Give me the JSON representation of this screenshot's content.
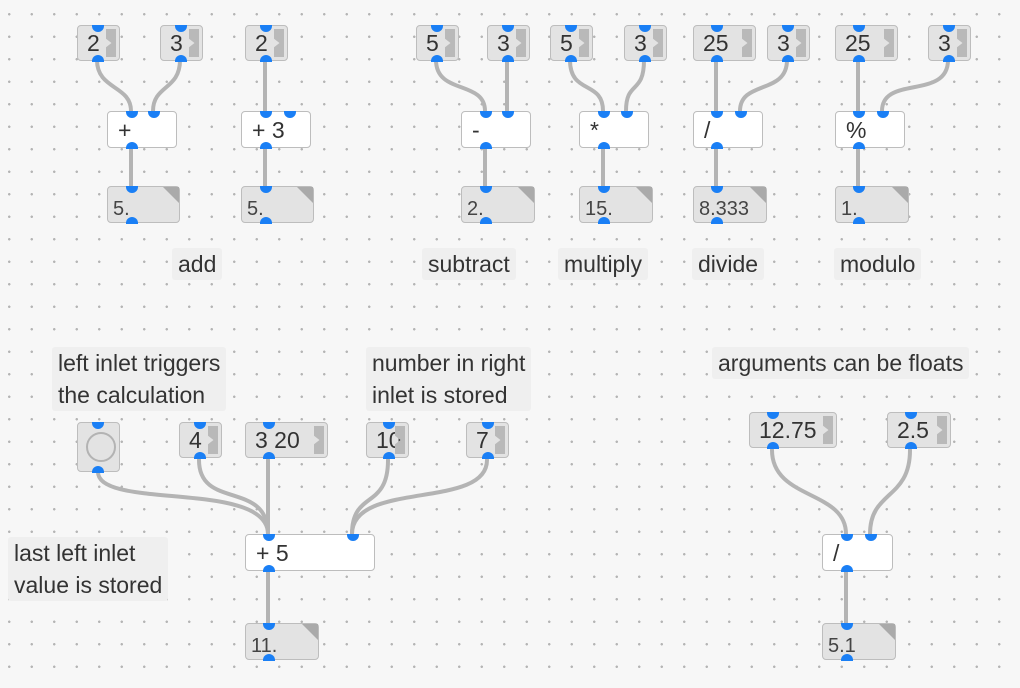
{
  "colors": {
    "port": "#1a7ff5",
    "cord": "#b4b4b4",
    "box": "#e3e3e3"
  },
  "add": {
    "msg_a": "2",
    "msg_b": "3",
    "msg_c": "2",
    "obj_plus": "+",
    "obj_plus3": "+ 3",
    "out_1": "5.",
    "out_2": "5.",
    "label": "add"
  },
  "subtract": {
    "msg_a": "5",
    "msg_b": "3",
    "obj": "-",
    "out": "2.",
    "label": "subtract"
  },
  "multiply": {
    "msg_a": "5",
    "msg_b": "3",
    "obj": "*",
    "out": "15.",
    "label": "multiply"
  },
  "divide": {
    "msg_a": "25",
    "msg_b": "3",
    "obj": "/",
    "out": "8.333",
    "label": "divide"
  },
  "modulo": {
    "msg_a": "25",
    "msg_b": "3",
    "obj": "%",
    "out": "1.",
    "label": "modulo"
  },
  "inlets": {
    "comment_left_1": "left inlet triggers",
    "comment_left_2": "the calculation",
    "comment_right_1": "number in right",
    "comment_right_2": "inlet is stored",
    "comment_stored_1": "last left inlet",
    "comment_stored_2": "value is stored",
    "msg_4": "4",
    "msg_320": "3 20",
    "msg_10": "10",
    "msg_7": "7",
    "obj": "+ 5",
    "out": "11."
  },
  "floats": {
    "comment": "arguments can be floats",
    "msg_a": "12.75",
    "msg_b": "2.5",
    "obj": "/",
    "out": "5.1"
  }
}
